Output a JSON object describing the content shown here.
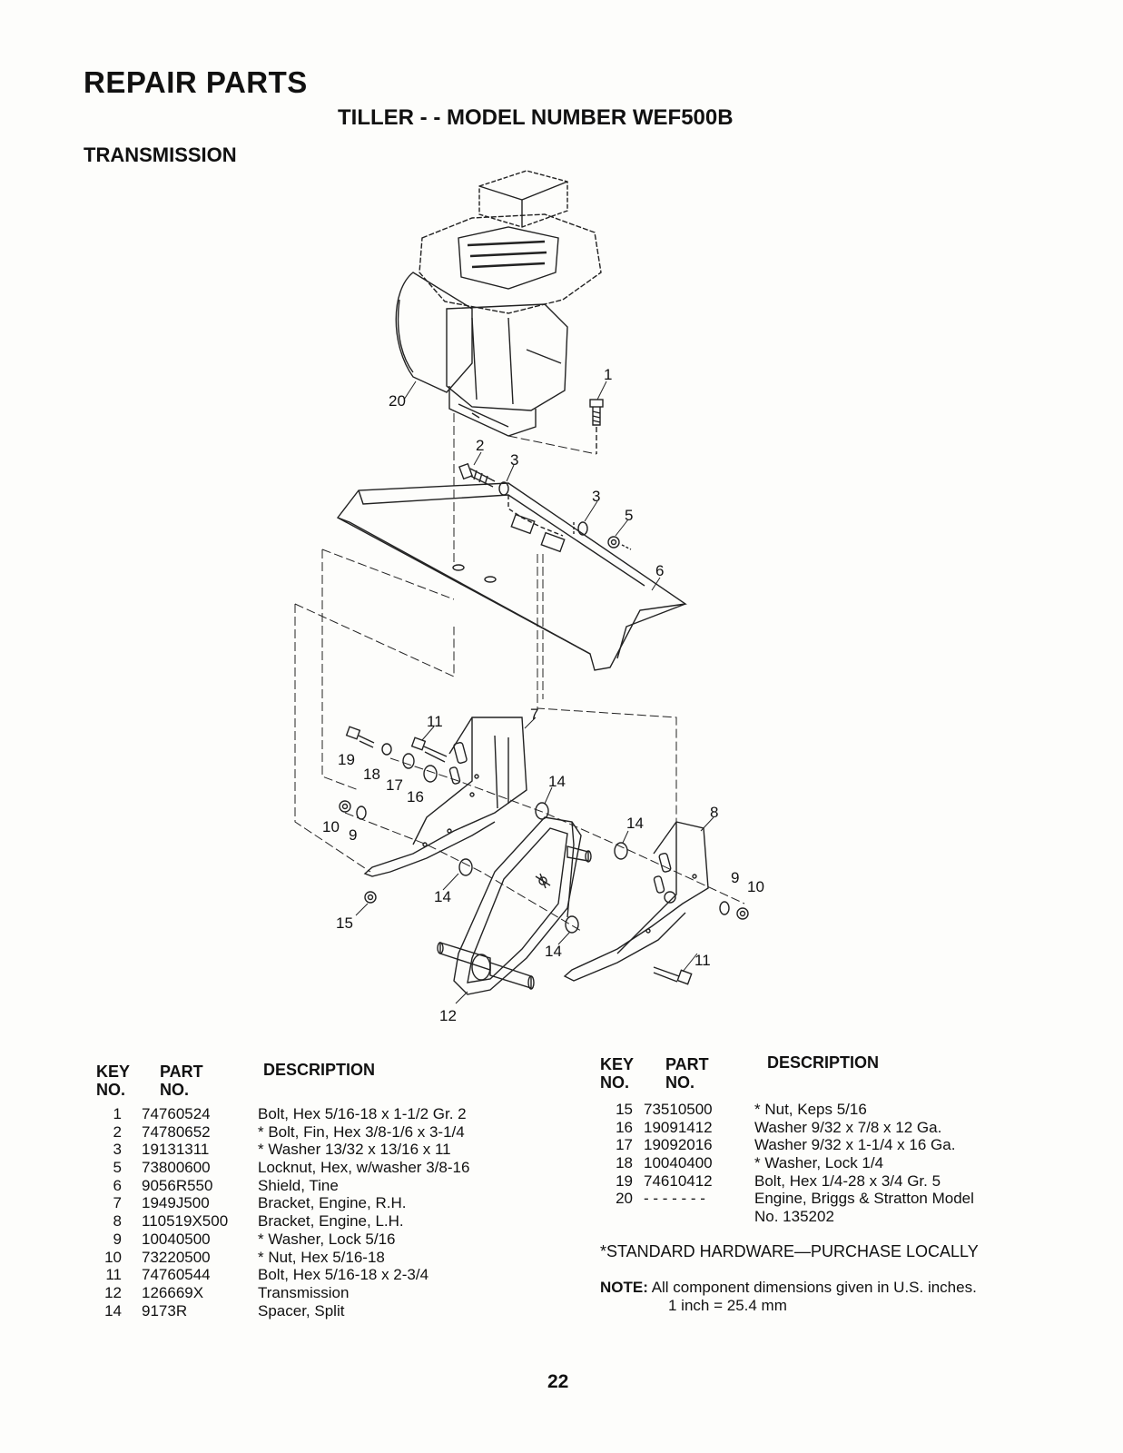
{
  "title": "REPAIR PARTS",
  "subtitle": "TILLER - - MODEL NUMBER WEF500B",
  "section": "TRANSMISSION",
  "callouts": {
    "c1": "1",
    "c2": "2",
    "c3a": "3",
    "c3b": "3",
    "c5": "5",
    "c6": "6",
    "c7": "7",
    "c8": "8",
    "c9a": "9",
    "c9b": "9",
    "c10a": "10",
    "c10b": "10",
    "c11a": "11",
    "c11b": "11",
    "c12": "12",
    "c14a": "14",
    "c14b": "14",
    "c14c": "14",
    "c14d": "14",
    "c15": "15",
    "c16": "16",
    "c17": "17",
    "c18": "18",
    "c19": "19",
    "c20": "20"
  },
  "columns": {
    "key_line1": "KEY",
    "key_line2": "NO.",
    "part_line1": "PART",
    "part_line2": "NO.",
    "description": "DESCRIPTION"
  },
  "parts_left": [
    {
      "key": "1",
      "part": "74760524",
      "desc": "Bolt, Hex  5/16-18 x 1-1/2 Gr. 2"
    },
    {
      "key": "2",
      "part": "74780652",
      "desc": "* Bolt, Fin, Hex   3/8-1/6 x 3-1/4"
    },
    {
      "key": "3",
      "part": "19131311",
      "desc": "* Washer  13/32 x 13/16 x 11"
    },
    {
      "key": "5",
      "part": "73800600",
      "desc": "Locknut, Hex, w/washer  3/8-16"
    },
    {
      "key": "6",
      "part": "9056R550",
      "desc": "Shield, Tine"
    },
    {
      "key": "7",
      "part": "1949J500",
      "desc": "Bracket, Engine, R.H."
    },
    {
      "key": "8",
      "part": "110519X500",
      "desc": "Bracket, Engine, L.H."
    },
    {
      "key": "9",
      "part": "10040500",
      "desc": "* Washer, Lock  5/16"
    },
    {
      "key": "10",
      "part": "73220500",
      "desc": "* Nut, Hex  5/16-18"
    },
    {
      "key": "11",
      "part": "74760544",
      "desc": "Bolt, Hex  5/16-18 x 2-3/4"
    },
    {
      "key": "12",
      "part": "126669X",
      "desc": "Transmission"
    },
    {
      "key": "14",
      "part": "9173R",
      "desc": "Spacer, Split"
    }
  ],
  "parts_right": [
    {
      "key": "15",
      "part": "73510500",
      "desc": "* Nut, Keps  5/16"
    },
    {
      "key": "16",
      "part": "19091412",
      "desc": "Washer  9/32 x 7/8 x 12 Ga."
    },
    {
      "key": "17",
      "part": "19092016",
      "desc": "Washer  9/32 x 1-1/4 x 16 Ga."
    },
    {
      "key": "18",
      "part": "10040400",
      "desc": "* Washer, Lock  1/4"
    },
    {
      "key": "19",
      "part": "74610412",
      "desc": "Bolt, Hex  1/4-28 x 3/4 Gr. 5"
    },
    {
      "key": "20",
      "part": "- - - - - - -",
      "desc": "Engine, Briggs & Stratton Model",
      "desc2": "No. 135202"
    }
  ],
  "standard_hardware": "*STANDARD HARDWARE—PURCHASE LOCALLY",
  "note_label": "NOTE:",
  "note_line1": "All component dimensions given in U.S. inches.",
  "note_line2": "1 inch = 25.4 mm",
  "page_number": "22"
}
